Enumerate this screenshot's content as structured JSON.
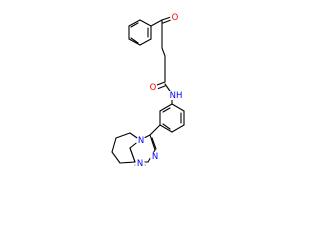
{
  "molecule": {
    "atom_labels": {
      "o_ketone": "O",
      "o_amide": "O",
      "nh_amide": "NH",
      "n_triazole_a": "N",
      "n_triazole_b": "N",
      "n_triazole_c": "N"
    },
    "colors": {
      "bond": "#000000",
      "oxygen": "#ff0000",
      "nitrogen": "#0000ff",
      "background": "#ffffff"
    }
  }
}
